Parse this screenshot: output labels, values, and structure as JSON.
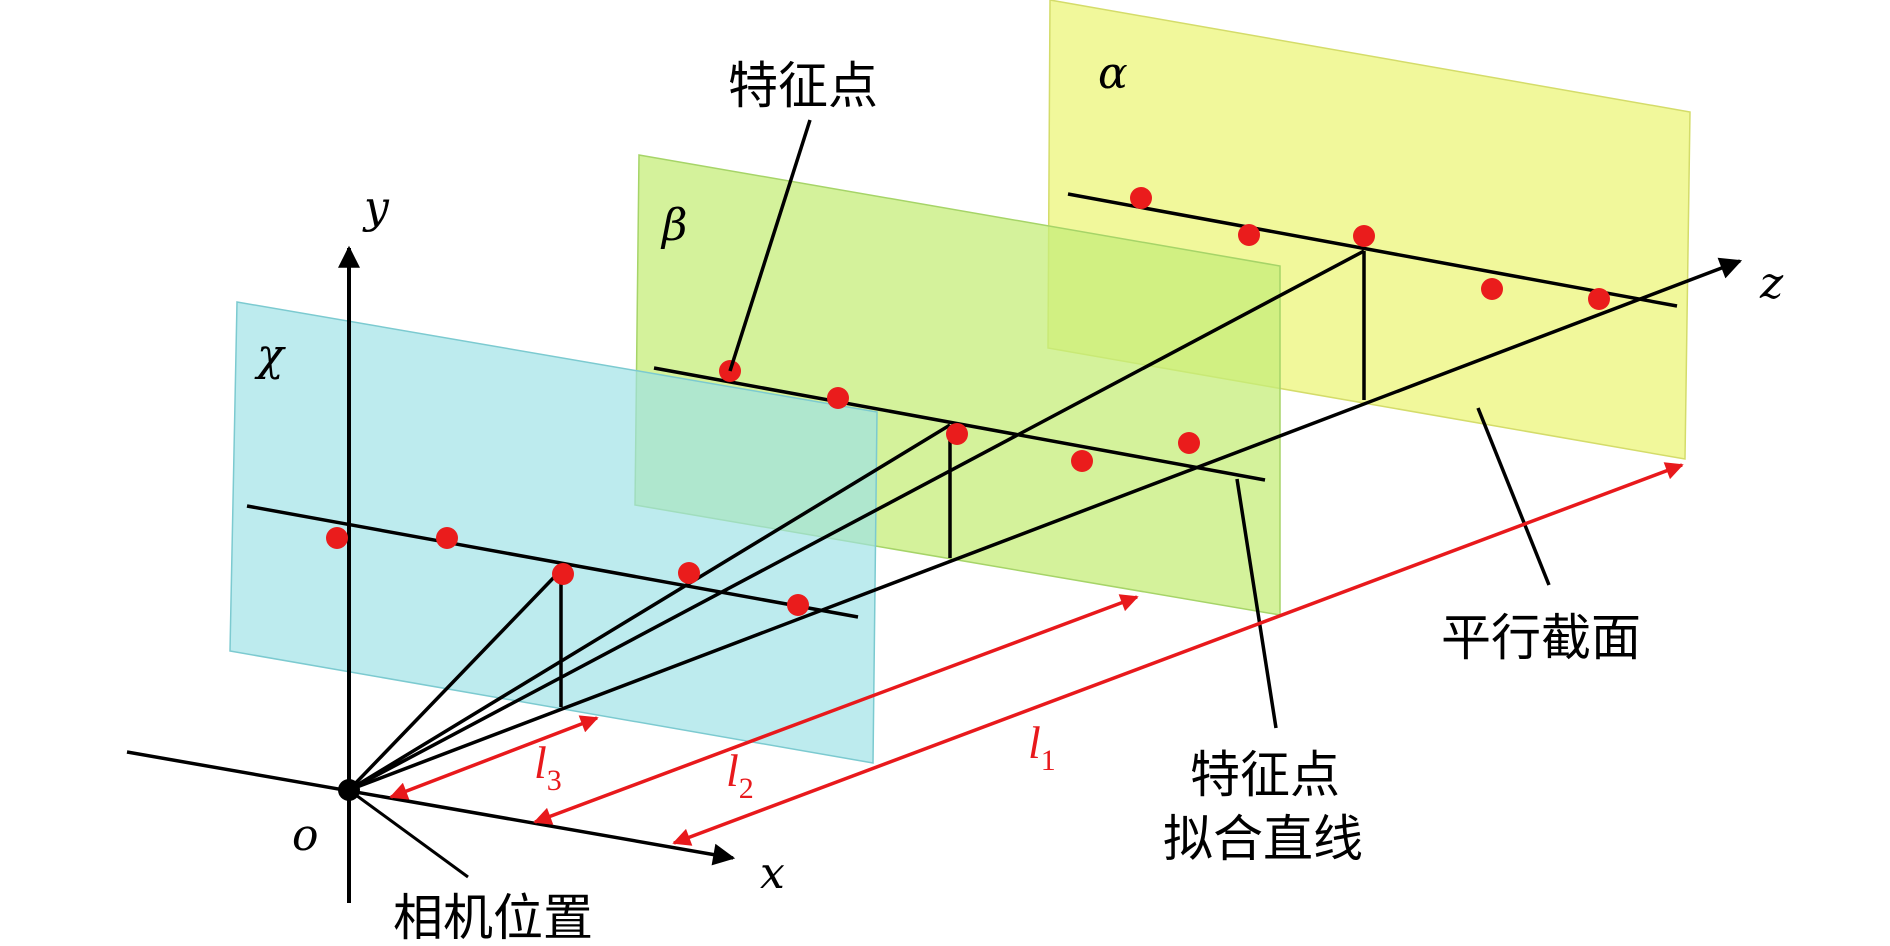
{
  "planes": [
    {
      "id": "alpha",
      "label": "α",
      "color": "#ecf57a"
    },
    {
      "id": "beta",
      "label": "β",
      "color": "#c5ee7a"
    },
    {
      "id": "chi",
      "label": "χ",
      "color": "#9ee2e6"
    }
  ],
  "axes": {
    "x": "x",
    "y": "y",
    "z": "z",
    "origin": "o"
  },
  "annotations": {
    "feature_point": "特征点",
    "fit_line_line1": "特征点",
    "fit_line_line2": "拟合直线",
    "parallel_section": "平行截面",
    "camera_position": "相机位置"
  },
  "distances": [
    {
      "symbol": "l",
      "sub": "1"
    },
    {
      "symbol": "l",
      "sub": "2"
    },
    {
      "symbol": "l",
      "sub": "3"
    }
  ],
  "colors": {
    "points": "#ea1c1c",
    "arrows": "#e8191c",
    "lines": "#000000"
  }
}
